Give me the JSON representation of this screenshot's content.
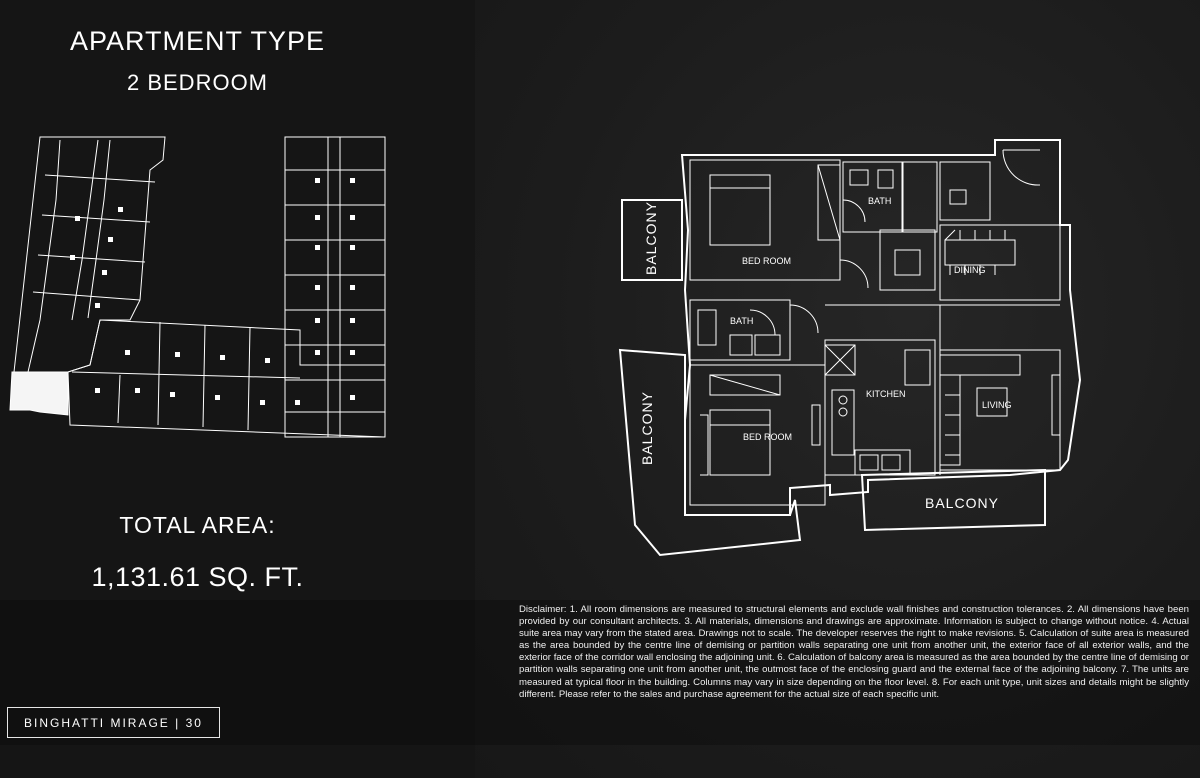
{
  "header": {
    "title": "APARTMENT TYPE",
    "subtitle": "2 BEDROOM"
  },
  "area": {
    "label": "TOTAL AREA:",
    "value": "1,131.61 SQ. FT."
  },
  "brand": {
    "text": "BINGHATTI MIRAGE | 30"
  },
  "floorplan": {
    "rooms": {
      "bath_top": "BATH",
      "bedroom_top": "BED ROOM",
      "dining": "DINING",
      "bath_left": "BATH",
      "kitchen": "KITCHEN",
      "living": "LIVING",
      "bedroom_bottom": "BED ROOM",
      "balcony_top_left": "BALCONY",
      "balcony_left": "BALCONY",
      "balcony_bottom": "BALCONY"
    }
  },
  "disclaimer": "Disclaimer: 1. All room dimensions are measured to structural elements and exclude wall finishes and construction tolerances. 2. All dimensions have been provided by our consultant architects. 3. All materials, dimensions and drawings are approximate. Information is subject to change without notice. 4. Actual suite area may vary from the stated area. Drawings not to scale. The developer reserves the right to make revisions. 5. Calculation of suite area is measured as the area bounded by the centre line of demising or partition walls separating one unit from another unit, the exterior face of all exterior walls, and the exterior face of the corridor wall enclosing the adjoining unit. 6. Calculation of balcony area is measured as the area bounded by the centre line of demising or partition walls separating one unit from another unit, the outmost face of the enclosing guard and the external face of the adjoining balcony. 7. The units are measured at typical floor in the building. Columns may vary in size depending on the floor level. 8. For each unit type, unit sizes and details might be slightly different. Please refer to the sales and purchase agreement for the actual size of each specific unit."
}
